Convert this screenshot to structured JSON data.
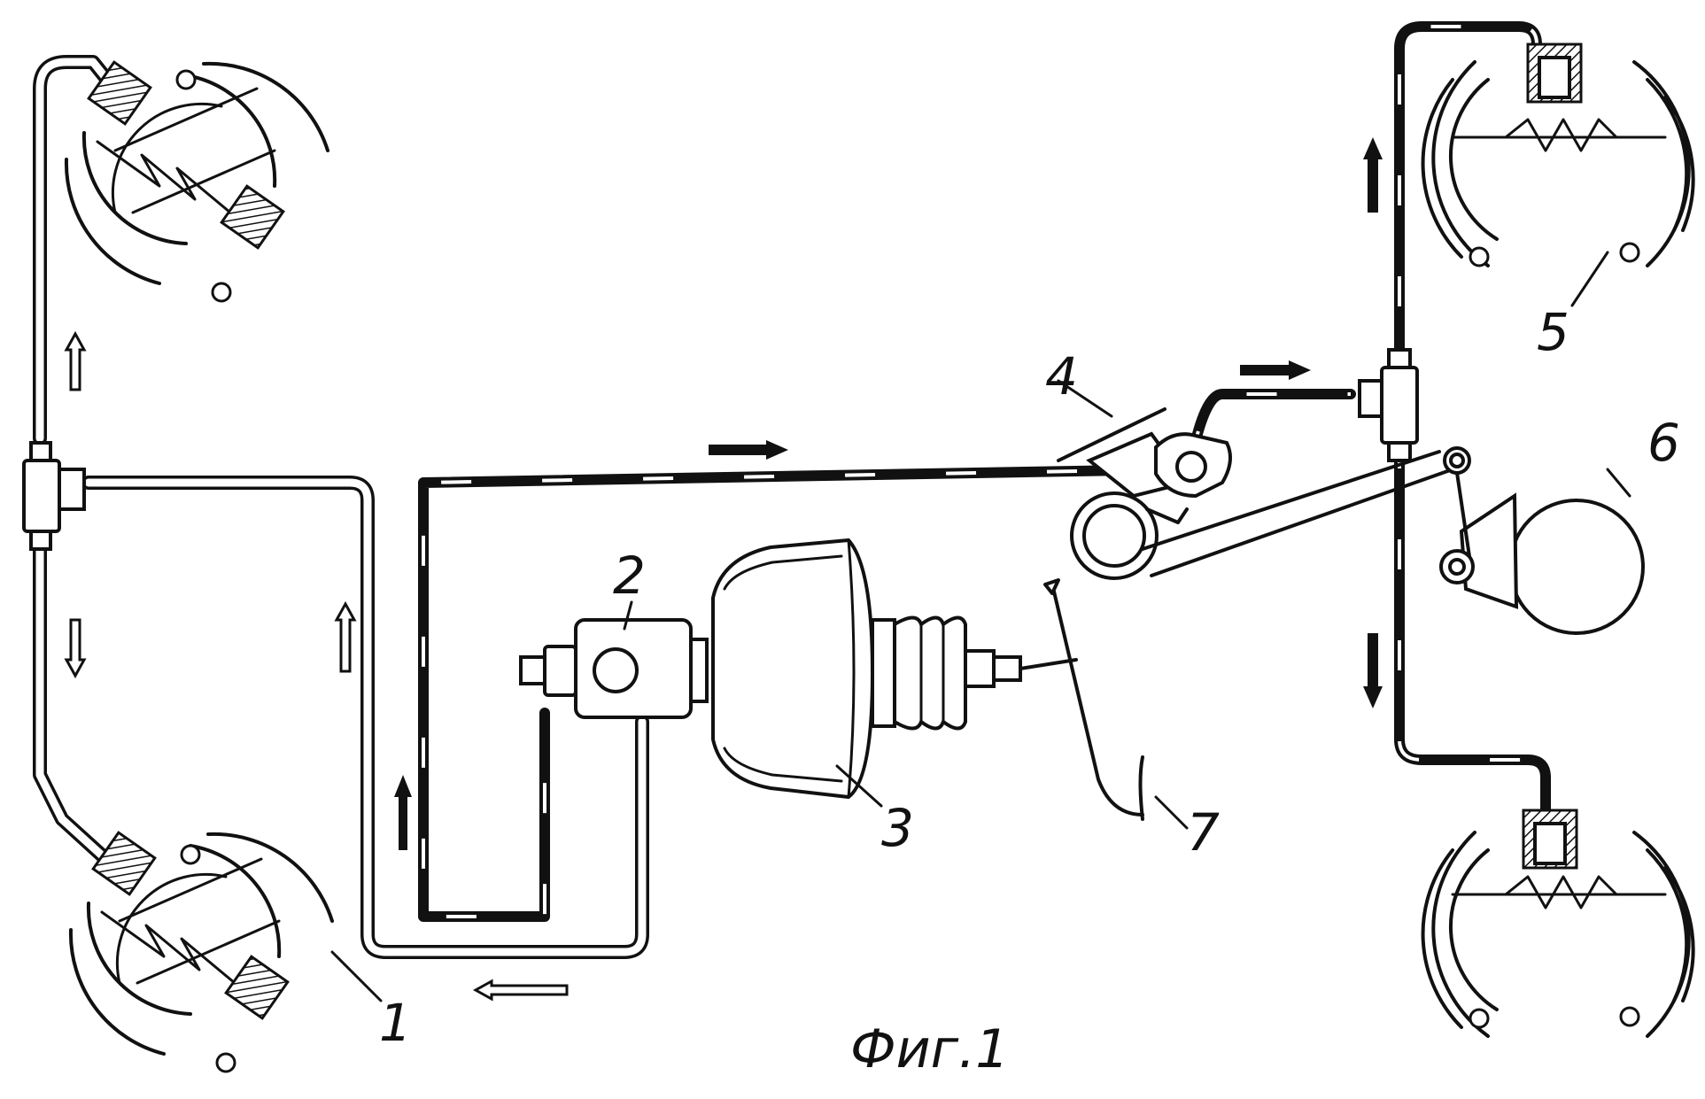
{
  "labels": {
    "l1": "1",
    "l2": "2",
    "l3": "3",
    "l4": "4",
    "l5": "5",
    "l6": "6",
    "l7": "7"
  },
  "caption": "Фиг.1"
}
